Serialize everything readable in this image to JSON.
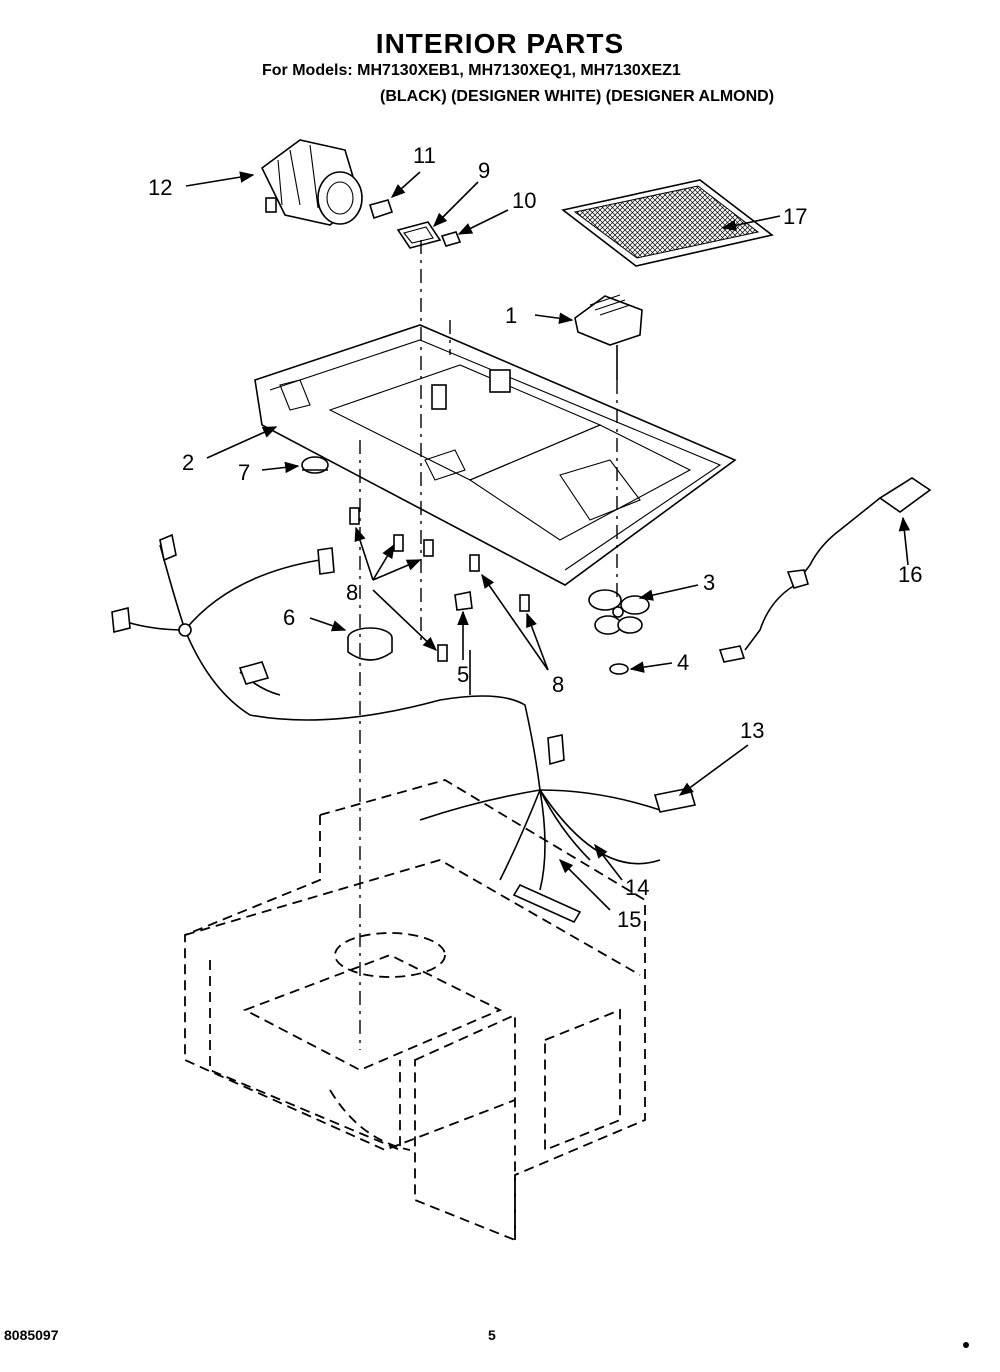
{
  "header": {
    "title": "INTERIOR PARTS",
    "models_line": "For Models: MH7130XEB1, MH7130XEQ1, MH7130XEZ1",
    "variants_line": "(BLACK)  (DESIGNER WHITE) (DESIGNER ALMOND)"
  },
  "callouts": {
    "c1": "1",
    "c2": "2",
    "c3": "3",
    "c4": "4",
    "c5": "5",
    "c6": "6",
    "c7": "7",
    "c8a": "8",
    "c8b": "8",
    "c9": "9",
    "c10": "10",
    "c11": "11",
    "c12": "12",
    "c13": "13",
    "c14": "14",
    "c15": "15",
    "c16": "16",
    "c17": "17"
  },
  "footer": {
    "doc_number": "8085097",
    "page": "5"
  }
}
